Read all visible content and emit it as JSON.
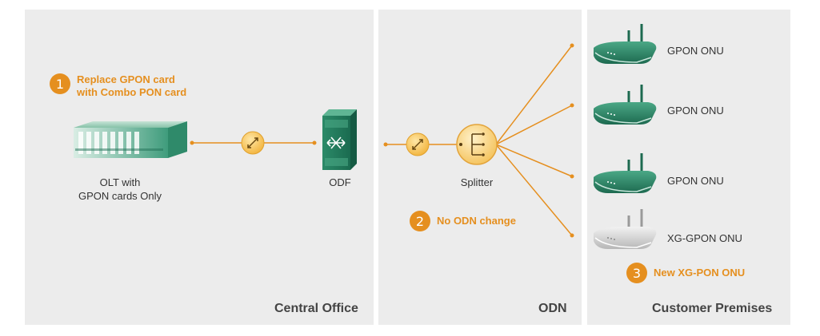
{
  "panels": {
    "central_office": "Central Office",
    "odn": "ODN",
    "customer_premises": "Customer Premises"
  },
  "steps": [
    {
      "num": "1",
      "text": "Replace GPON card\nwith Combo PON card"
    },
    {
      "num": "2",
      "text": "No ODN change"
    },
    {
      "num": "3",
      "text": "New XG-PON ONU"
    }
  ],
  "nodes": {
    "olt_label": "OLT  with\nGPON cards Only",
    "odf_label": "ODF",
    "splitter_label": "Splitter",
    "onus": [
      "GPON ONU",
      "GPON ONU",
      "GPON ONU",
      "XG-GPON ONU"
    ]
  },
  "colors": {
    "accent": "#e58f1f",
    "green": "#3a9a78",
    "green_dark": "#1f6f55",
    "panel_bg": "#ececec"
  }
}
